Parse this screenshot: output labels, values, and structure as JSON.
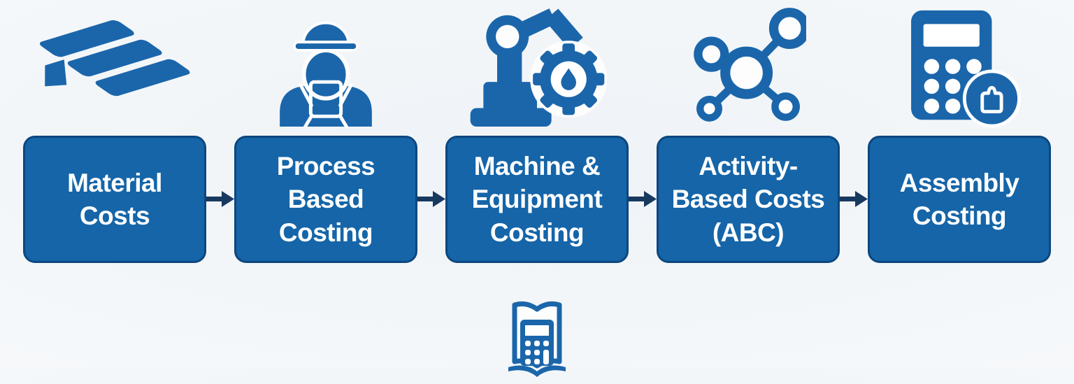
{
  "title": "Product costing methods flow diagram",
  "palette": {
    "box_fill": "#1565a8",
    "box_border": "#0d477f",
    "icon_blue": "#1b66ab",
    "arrow": "#18395f",
    "label_text": "#ffffff",
    "background": "#f4f7f9"
  },
  "flow": {
    "steps": [
      {
        "label": [
          "Material",
          "Costs"
        ],
        "icon": "metal-ingots-icon"
      },
      {
        "label": [
          "Process",
          "Based",
          "Costing"
        ],
        "icon": "construction-worker-icon"
      },
      {
        "label": [
          "Machine &",
          "Equipment",
          "Costing"
        ],
        "icon": "robot-arm-gear-icon"
      },
      {
        "label": [
          "Activity-",
          "Based Costs",
          "(ABC)"
        ],
        "icon": "molecule-network-icon"
      },
      {
        "label": [
          "Assembly",
          "Costing"
        ],
        "icon": "calculator-badge-icon"
      }
    ],
    "arrow_icon": "right-arrow-icon",
    "footer_icon": "book-calculator-icon"
  }
}
